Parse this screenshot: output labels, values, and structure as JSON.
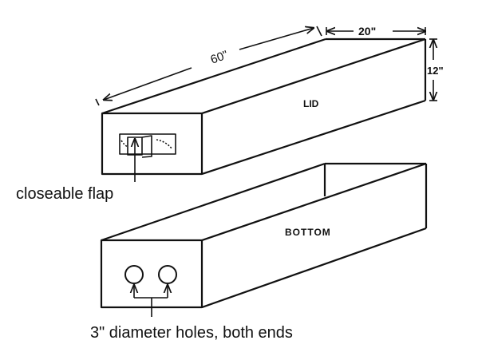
{
  "dimensions": {
    "length": "60\"",
    "width": "20\"",
    "height": "12\""
  },
  "parts": {
    "lid": "LID",
    "bottom": "BOTTOM"
  },
  "annotations": {
    "flap": "closeable flap",
    "holes": "3\" diameter holes, both ends"
  },
  "colors": {
    "ink": "#111111",
    "paper": "#ffffff"
  }
}
